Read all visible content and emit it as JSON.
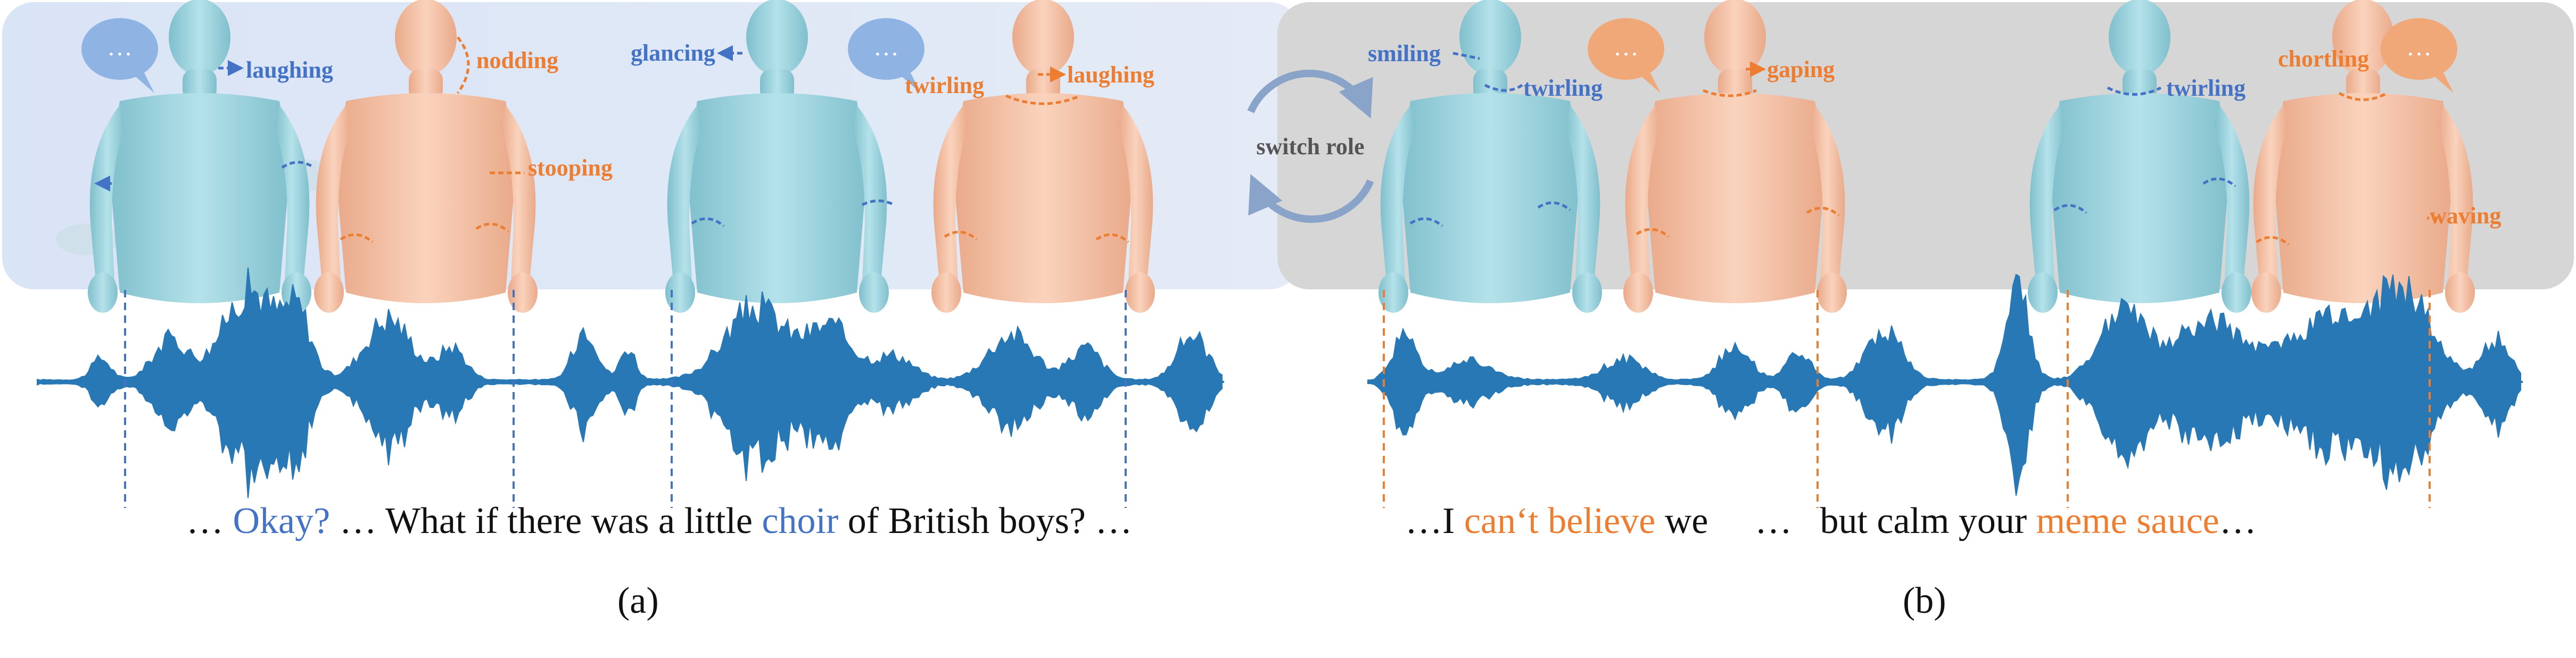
{
  "panels": {
    "a": {
      "tag": "(a)",
      "labels": {
        "laughing_1": "laughing",
        "nodding": "nodding",
        "stooping": "stooping",
        "glancing": "glancing",
        "twirling": "twirling",
        "laughing_2": "laughing"
      }
    },
    "b": {
      "tag": "(b)",
      "labels": {
        "smiling": "smiling",
        "twirling_1": "twirling",
        "gaping": "gaping",
        "twirling_2": "twirling",
        "chortling": "chortling",
        "waving": "waving"
      }
    }
  },
  "switch_label": "switch role",
  "bubble_text": "…",
  "transcript": {
    "a": {
      "p1": "… ",
      "h1": "Okay?",
      "p2": " … What if there was a little ",
      "h2": "choir",
      "p3": " of British boys? …"
    },
    "b": {
      "p1": "…I ",
      "h1": "can‘t believe",
      "p2": " we     …   but calm your ",
      "h2": "meme sauce",
      "p3": "…"
    }
  },
  "colors": {
    "speaker_blue": "#4472c4",
    "speaker_orange": "#ed7d31",
    "waveform": "#2878b5",
    "panel_a_bg": "#dbe5f5",
    "panel_b_bg": "#d6d6d6",
    "avatar_blue": "#9fd3de",
    "avatar_orange": "#f7c4a8"
  }
}
